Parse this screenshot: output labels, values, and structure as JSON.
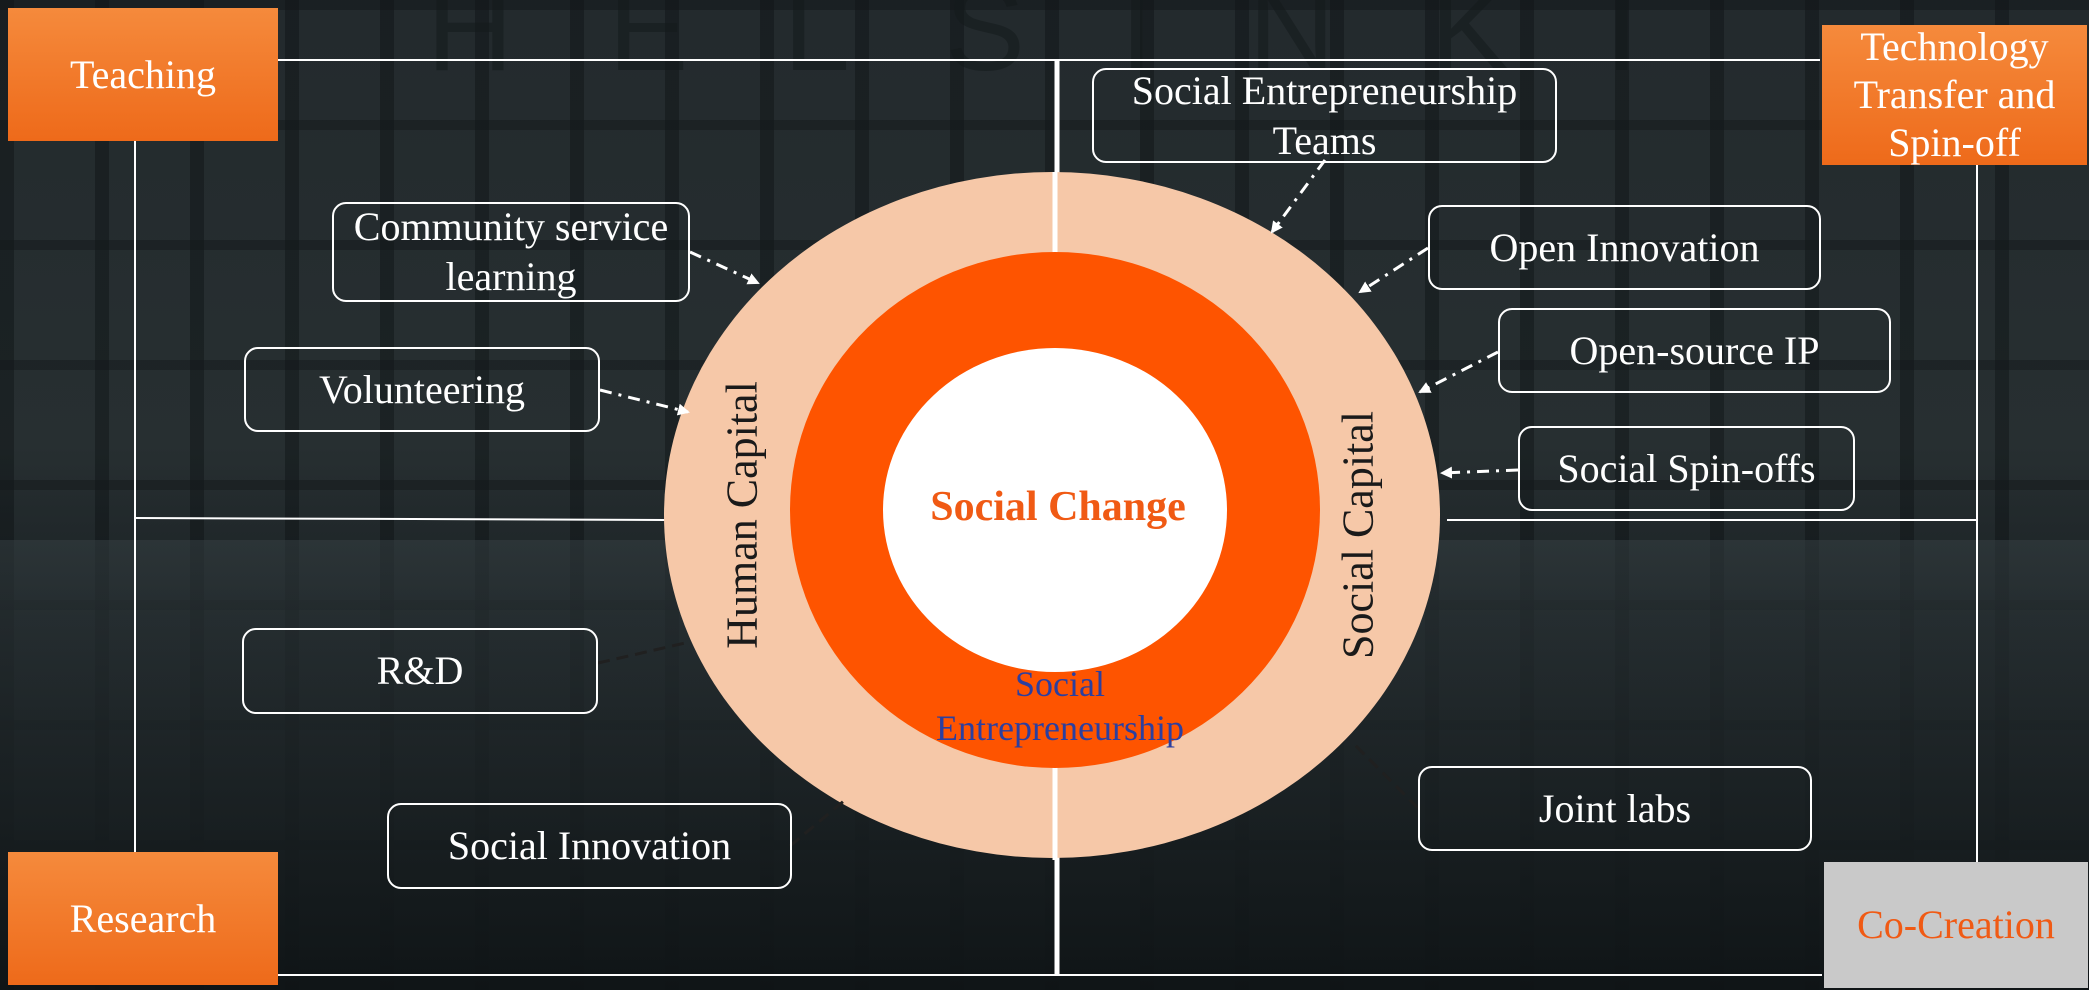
{
  "background": {
    "watermark": "HELSINKI"
  },
  "corners": {
    "teaching": "Teaching",
    "technology": "Technology Transfer and Spin-off",
    "research": "Research",
    "cocreation": "Co-Creation"
  },
  "left_boxes": {
    "community": "Community service learning",
    "volunteering": "Volunteering",
    "rnd": "R&D",
    "social_innovation": "Social Innovation"
  },
  "right_boxes": {
    "se_teams": "Social Entrepreneurship Teams",
    "open_innovation": "Open Innovation",
    "open_source": "Open-source IP",
    "spinoffs": "Social Spin-offs",
    "joint_labs": "Joint labs"
  },
  "rings": {
    "human_capital": "Human Capital",
    "social_capital": "Social Capital",
    "center": "Social Change",
    "middle": "Social Entrepreneurship"
  },
  "colors": {
    "outer_ring": "#f6c8a8",
    "middle_ring": "#fe5400",
    "center": "#ffffff",
    "corner_orange": "#ee6a1a",
    "corner_gray": "#c9c9c9",
    "label_blue": "#2b3fa0"
  }
}
